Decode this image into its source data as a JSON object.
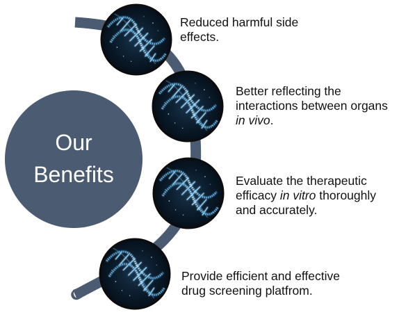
{
  "title": {
    "line1": "Our",
    "line2": "Benefits"
  },
  "colors": {
    "accent": "#4b5b72",
    "connector": "#4b5b72",
    "dna_dark": "#07111c",
    "dna_glow": "#7fd4ff",
    "text": "#111111",
    "background": "#ffffff"
  },
  "icons": [
    "dna-helix-icon",
    "dna-helix-icon",
    "dna-helix-icon",
    "dna-helix-icon"
  ],
  "benefits": [
    {
      "line1": "Reduced harmful side",
      "line2": "effects."
    },
    {
      "line1": "Better reflecting the",
      "line2": "interactions between organs",
      "line3_italic": "in vivo",
      "line3_rest": "."
    },
    {
      "line1": "Evaluate the therapeutic",
      "line2_pre": "efficacy ",
      "line2_italic": "in vitro",
      "line2_post": " thoroughly",
      "line3": "and accurately."
    },
    {
      "line1": "Provide efficient and effective",
      "line2": "drug screening platfrom."
    }
  ]
}
